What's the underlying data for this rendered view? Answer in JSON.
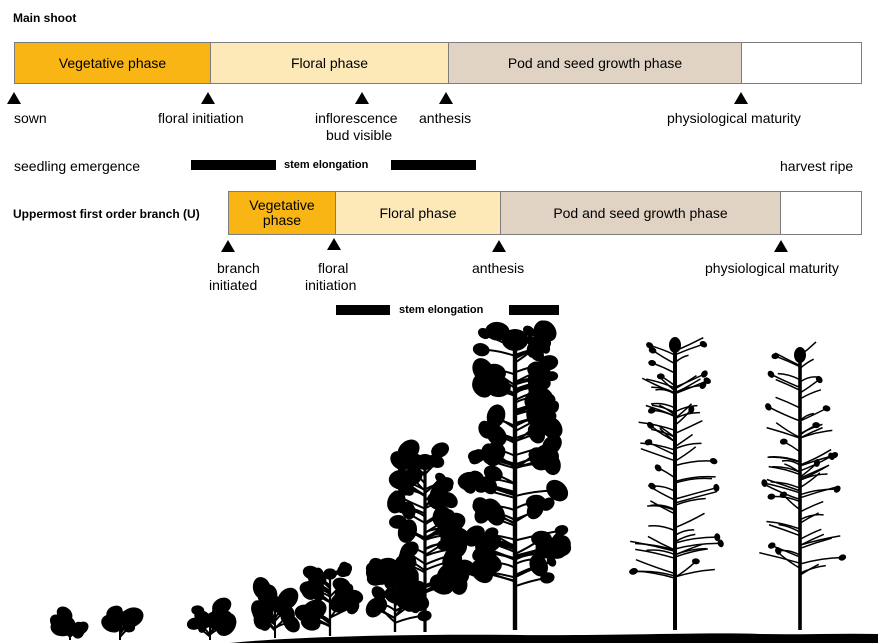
{
  "main_shoot": {
    "title": "Main shoot",
    "phases": [
      {
        "label": "Vegetative phase",
        "color": "#f9b514"
      },
      {
        "label": "Floral phase",
        "color": "#fde9b8"
      },
      {
        "label": "Pod and seed growth phase",
        "color": "#e0d3c4"
      },
      {
        "label": "",
        "color": "#ffffff"
      }
    ],
    "events": {
      "sown": "sown",
      "floral_initiation": "floral initiation",
      "inflorescence_line1": "inflorescence",
      "inflorescence_line2": "bud visible",
      "anthesis": "anthesis",
      "physiological_maturity": "physiological maturity",
      "seedling_emergence": "seedling emergence",
      "harvest_ripe": "harvest ripe"
    },
    "stem_elongation": "stem elongation"
  },
  "branch": {
    "title": "Uppermost first order branch (U)",
    "phases": [
      {
        "label": "Vegetative phase",
        "color": "#f9b514"
      },
      {
        "label": "Floral phase",
        "color": "#fde9b8"
      },
      {
        "label": "Pod and seed growth phase",
        "color": "#e0d3c4"
      },
      {
        "label": "",
        "color": "#ffffff"
      }
    ],
    "events": {
      "branch_line1": "branch",
      "branch_line2": "initiated",
      "floral_line1": "floral",
      "floral_line2": "initiation",
      "anthesis": "anthesis",
      "physiological_maturity": "physiological maturity"
    },
    "stem_elongation": "stem elongation"
  }
}
